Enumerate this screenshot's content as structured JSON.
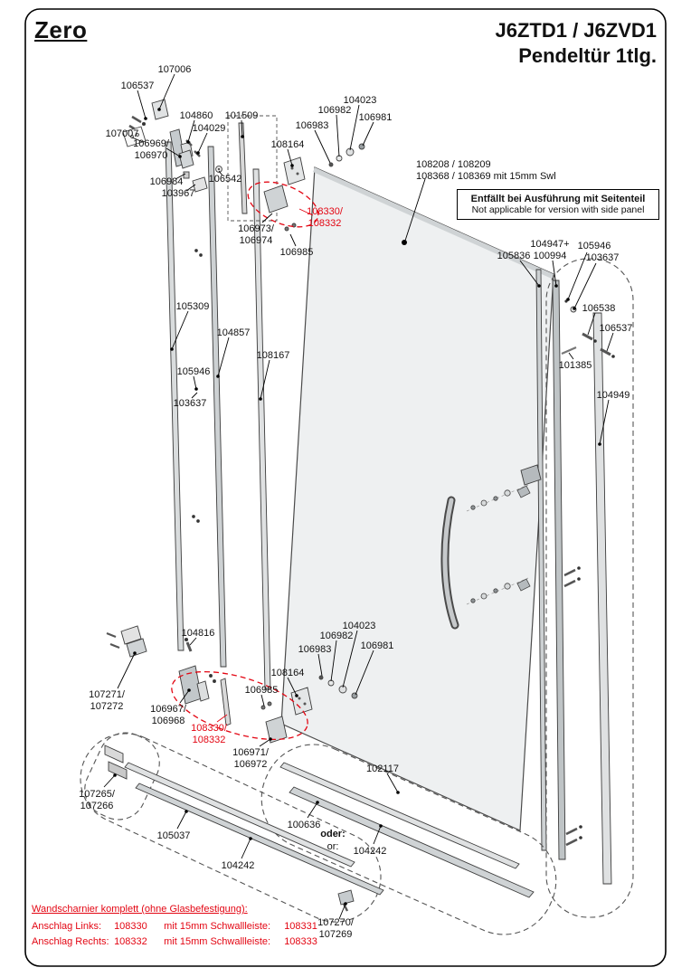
{
  "header": {
    "brand": "Zero",
    "model": "J6ZTD1 / J6ZVD1",
    "subtitle": "Pendeltür 1tlg."
  },
  "note": {
    "label": "108208 / 108209\n108368 / 108369 mit 15mm Swl",
    "box_bold": "Entfällt bei Ausführung mit Seitenteil",
    "box_normal": "Not applicable for version with side panel"
  },
  "alt": {
    "de": "oder:",
    "en": "or:"
  },
  "parts": {
    "p107006": "107006",
    "p106537_top": "106537",
    "p107007": "107007",
    "p104860": "104860",
    "p104029": "104029",
    "p106969_106970": "106969/\n106970",
    "p101509": "101509",
    "p106984": "106984",
    "p103967": "103967",
    "p106542": "106542",
    "p108164_top": "108164",
    "p106983_top": "106983",
    "p106982_top": "106982",
    "p104023_top": "104023",
    "p106981_top": "106981",
    "p106973_106974": "106973/\n106974",
    "p108330_108332_top": "108330/\n108332",
    "p106985_top": "106985",
    "p105309": "105309",
    "p104857": "104857",
    "p108167": "108167",
    "p105946_left": "105946",
    "p103637_left": "103637",
    "p105836": "105836",
    "p104947_100994": "104947+\n100994",
    "p105946_right": "105946",
    "p103637_right": "103637",
    "p106538": "106538",
    "p106537_right": "106537",
    "p101385": "101385",
    "p104949": "104949",
    "p104816": "104816",
    "p107271_107272": "107271/\n107272",
    "p106967_106968": "106967/\n106968",
    "p108330_108332_bottom": "108330/\n108332",
    "p106985_bottom": "106985",
    "p108164_bottom": "108164",
    "p106971_106972": "106971/\n106972",
    "p106983_bottom": "106983",
    "p106982_bottom": "106982",
    "p104023_bottom": "104023",
    "p106981_bottom": "106981",
    "p102117": "102117",
    "p107265_107266": "107265/\n107266",
    "p100636": "100636",
    "p105037": "105037",
    "p104242_left": "104242",
    "p104242_right": "104242",
    "p107270_107269": "107270/\n107269"
  },
  "footer": {
    "title": "Wandscharnier komplett (ohne Glasbefestigung):",
    "rows": [
      {
        "anschlag": "Anschlag Links:",
        "num": "108330",
        "swl": "mit 15mm Schwallleiste:",
        "swl_num": "108331"
      },
      {
        "anschlag": "Anschlag Rechts:",
        "num": "108332",
        "swl": "mit 15mm Schwallleiste:",
        "swl_num": "108333"
      }
    ]
  },
  "colors": {
    "accent_red": "#e30613",
    "line": "#000000",
    "glass_fill": "#eef0f1"
  }
}
